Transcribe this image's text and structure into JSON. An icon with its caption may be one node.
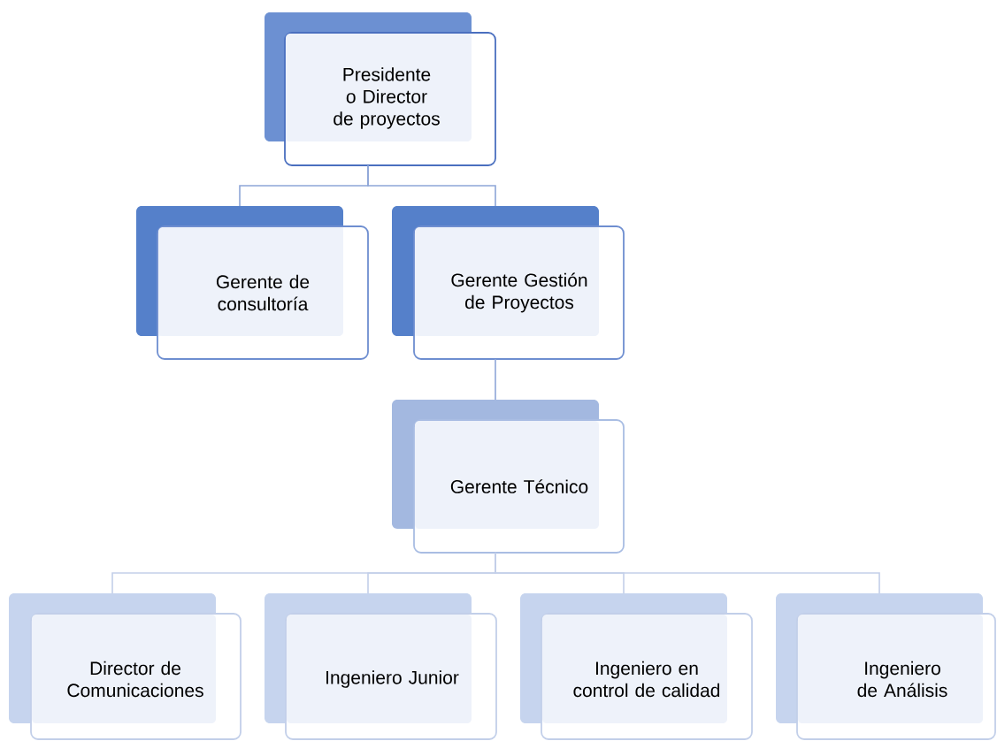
{
  "diagram": {
    "nodes": [
      {
        "text": [
          "Presidente o Director de proyectos"
        ]
      },
      {
        "text": [
          "Gerente de consultoría"
        ]
      },
      {
        "text": [
          "Gerente Gestión de Proyectos"
        ]
      },
      {
        "text": [
          "Gerente Técnico"
        ]
      },
      {
        "text": [
          "Director de Comunicaciones"
        ]
      },
      {
        "text": [
          "Ingeniero Junior"
        ]
      },
      {
        "text": [
          "Ingeniero en control de calidad"
        ]
      },
      {
        "text": [
          "Ingeniero de Análisis"
        ]
      }
    ],
    "edges": [
      {
        "from": 0,
        "to": 1,
        "arrow": "none",
        "color": "#8ea6d8"
      },
      {
        "from": 0,
        "to": 2,
        "arrow": "none",
        "color": "#8ea6d8"
      },
      {
        "from": 2,
        "to": 3,
        "arrow": "none",
        "color": "#8ea6d8"
      },
      {
        "from": 3,
        "to": 4,
        "arrow": "none"
      },
      {
        "from": 3,
        "to": 5,
        "arrow": "none"
      },
      {
        "from": 3,
        "to": 6,
        "arrow": "none"
      },
      {
        "from": 3,
        "to": 7,
        "arrow": "none"
      }
    ]
  }
}
